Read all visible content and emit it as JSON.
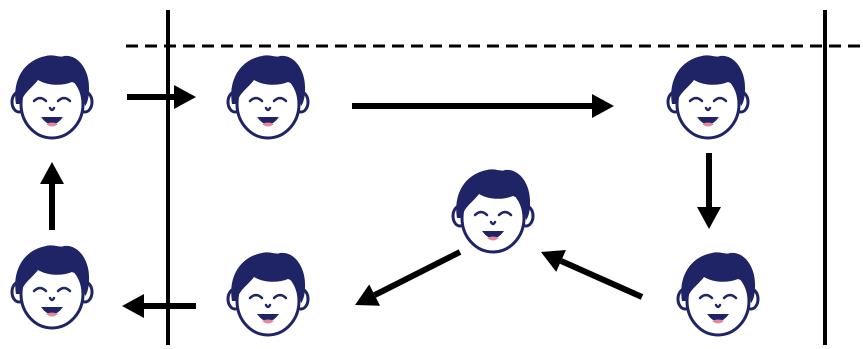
{
  "diagram": {
    "colors": {
      "line": "#000000",
      "hair": "#1f2466",
      "skin": "#ffffff",
      "outline": "#1f2466",
      "mouth": "#1f2466",
      "tongue": "#e9879a"
    },
    "people": [
      {
        "id": "left-top",
        "icon": "smiling-boy-face-icon"
      },
      {
        "id": "inside-top-left",
        "icon": "smiling-boy-face-icon"
      },
      {
        "id": "inside-top-right",
        "icon": "smiling-boy-face-icon"
      },
      {
        "id": "inside-middle",
        "icon": "smiling-boy-face-icon"
      },
      {
        "id": "inside-bottom-right",
        "icon": "smiling-boy-face-icon"
      },
      {
        "id": "inside-bottom-left",
        "icon": "smiling-boy-face-icon"
      },
      {
        "id": "left-bottom",
        "icon": "smiling-boy-face-icon"
      }
    ],
    "arrows": [
      {
        "from": "left-top",
        "to": "inside-top-left",
        "icon": "arrow-right-icon"
      },
      {
        "from": "inside-top-left",
        "to": "inside-top-right",
        "icon": "arrow-right-icon"
      },
      {
        "from": "inside-top-right",
        "to": "inside-bottom-right",
        "icon": "arrow-down-icon"
      },
      {
        "from": "inside-bottom-right",
        "to": "inside-middle",
        "icon": "arrow-up-left-icon"
      },
      {
        "from": "inside-middle",
        "to": "inside-bottom-left",
        "icon": "arrow-down-left-icon"
      },
      {
        "from": "inside-bottom-left",
        "to": "left-bottom",
        "icon": "arrow-left-icon"
      },
      {
        "from": "left-bottom",
        "to": "left-top",
        "icon": "arrow-up-icon"
      }
    ],
    "boundaries": [
      {
        "id": "left-boundary",
        "style": "solid"
      },
      {
        "id": "right-boundary",
        "style": "solid"
      },
      {
        "id": "top-boundary",
        "style": "dashed"
      }
    ]
  }
}
